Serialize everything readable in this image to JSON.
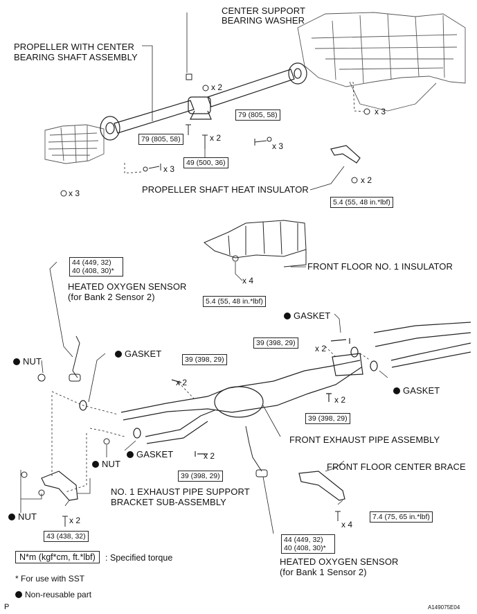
{
  "labels": {
    "center_support_washer": [
      "CENTER SUPPORT",
      "BEARING WASHER"
    ],
    "propeller_assembly": [
      "PROPELLER WITH CENTER",
      "BEARING SHAFT ASSEMBLY"
    ],
    "propeller_heat_insulator": "PROPELLER SHAFT HEAT INSULATOR",
    "front_floor_insulator": "FRONT FLOOR NO. 1 INSULATOR",
    "heated_o2_bank2": [
      "HEATED OXYGEN SENSOR",
      "(for Bank 2 Sensor 2)"
    ],
    "heated_o2_bank1": [
      "HEATED OXYGEN SENSOR",
      "(for Bank 1 Sensor 2)"
    ],
    "gasket": "GASKET",
    "nut": "NUT",
    "front_exhaust_pipe": "FRONT EXHAUST PIPE ASSEMBLY",
    "front_floor_center_brace": "FRONT FLOOR CENTER BRACE",
    "exhaust_bracket": [
      "NO. 1 EXHAUST PIPE SUPPORT",
      "BRACKET SUB-ASSEMBLY"
    ]
  },
  "torques": {
    "t79_a": "79 (805, 58)",
    "t79_b": "79 (805, 58)",
    "t49": "49 (500, 36)",
    "t54_a": "5.4 (55, 48 in.*lbf)",
    "t54_b": "5.4 (55, 48 in.*lbf)",
    "t44_a": [
      "44 (449, 32)",
      "40 (408, 30)*"
    ],
    "t44_b": [
      "44 (449, 32)",
      "40 (408, 30)*"
    ],
    "t39_a": "39 (398, 29)",
    "t39_b": "39 (398, 29)",
    "t39_c": "39 (398, 29)",
    "t39_d": "39 (398, 29)",
    "t43": "43 (438, 32)",
    "t74": "7.4 (75, 65 in.*lbf)"
  },
  "quantities": {
    "x2": "x 2",
    "x3": "x 3",
    "x4": "x 4"
  },
  "legend": {
    "unit": "N*m (kgf*cm, ft.*lbf)",
    "unit_desc": ": Specified torque",
    "sst_note": "* For use with SST",
    "nonreusable": "Non-reusable part"
  },
  "footer": {
    "page_letter": "P",
    "figure_id": "A149075E04"
  }
}
